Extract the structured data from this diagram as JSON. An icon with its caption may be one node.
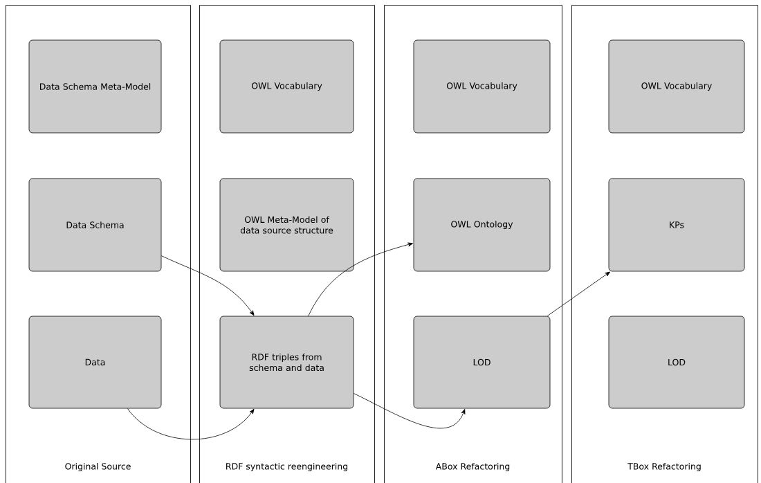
{
  "diagram": {
    "nodes": [
      {
        "text": [
          "Original Source"
        ]
      },
      {
        "text": [
          "Data Schema Meta-Model"
        ],
        "in": 0
      },
      {
        "text": [
          "Data Schema"
        ],
        "in": 0
      },
      {
        "text": [
          "Data"
        ],
        "in": 0
      },
      {
        "text": [
          "RDF syntactic reengineering"
        ]
      },
      {
        "text": [
          "OWL Vocabulary"
        ],
        "in": 4
      },
      {
        "text": [
          "OWL Meta-Model of data source structure"
        ],
        "in": 4
      },
      {
        "text": [
          "RDF triples from schema and data"
        ],
        "in": 4
      },
      {
        "text": [
          "ABox Refactoring"
        ]
      },
      {
        "text": [
          "OWL Vocabulary"
        ],
        "in": 8
      },
      {
        "text": [
          "OWL Ontology"
        ],
        "in": 8
      },
      {
        "text": [
          "LOD"
        ],
        "in": 8
      },
      {
        "text": [
          "TBox Refactoring"
        ]
      },
      {
        "text": [
          "OWL Vocabulary"
        ],
        "in": 12
      },
      {
        "text": [
          "KPs"
        ],
        "in": 12
      },
      {
        "text": [
          "LOD"
        ],
        "in": 12
      }
    ],
    "edges": [
      {
        "from": 2,
        "to": 7,
        "arrow": "to"
      },
      {
        "from": 3,
        "to": 7,
        "arrow": "to"
      },
      {
        "from": 7,
        "to": 10,
        "arrow": "to"
      },
      {
        "from": 7,
        "to": 11,
        "arrow": "to"
      },
      {
        "from": 11,
        "to": 14,
        "arrow": "to"
      }
    ]
  }
}
